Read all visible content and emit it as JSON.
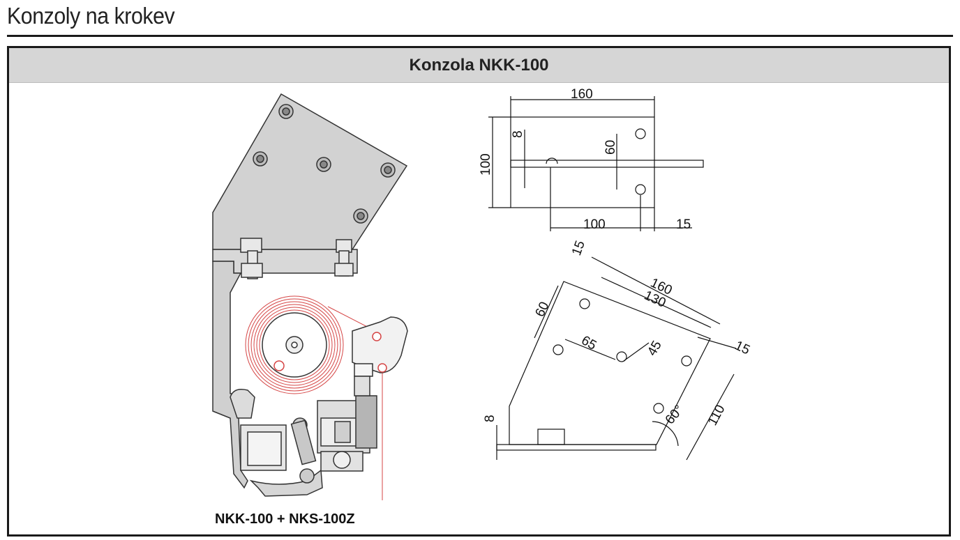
{
  "page": {
    "title": "Konzoly na krokev"
  },
  "panel": {
    "header": "Konzola NKK-100"
  },
  "illustration": {
    "caption": "NKK-100 + NKS-100Z"
  },
  "top_view": {
    "dimensions": {
      "width_total": "160",
      "height": "100",
      "offset_top": "8",
      "hole_spacing_v": "60",
      "hole_spacing_h": "100",
      "edge_offset": "15"
    }
  },
  "angled_view": {
    "dimensions": {
      "edge_a": "15",
      "length_a": "160",
      "length_b": "130",
      "spacing_a": "60",
      "spacing_b": "65",
      "spacing_c": "45",
      "edge_b": "15",
      "height": "110",
      "base_thickness": "8",
      "angle": "60°"
    }
  }
}
